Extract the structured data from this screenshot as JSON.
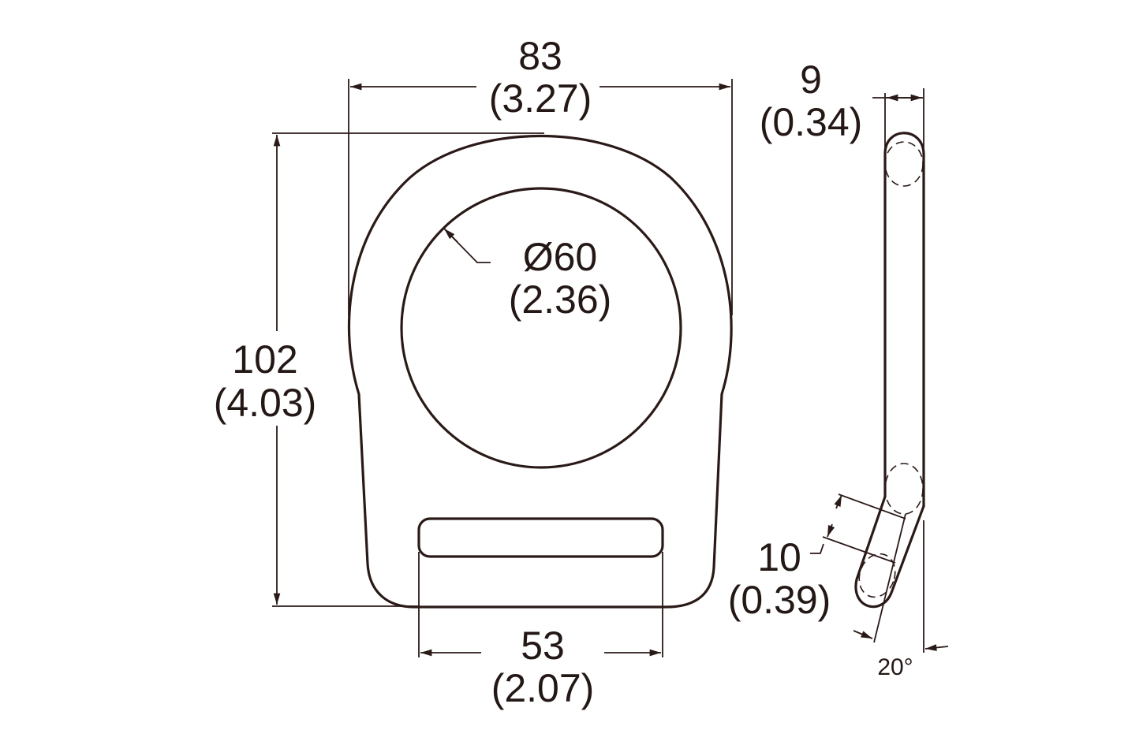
{
  "drawing": {
    "title": "D-ring dimension drawing",
    "units_primary": "mm",
    "units_secondary": "in",
    "line_color": "#2a1a17"
  },
  "dimensions": {
    "overall_width": {
      "mm": "83",
      "in": "(3.27)"
    },
    "overall_height": {
      "mm": "102",
      "in": "(4.03)"
    },
    "inner_diameter": {
      "mm": "Ø60",
      "in": "(2.36)"
    },
    "slot_width": {
      "mm": "53",
      "in": "(2.07)"
    },
    "thickness": {
      "mm": "9",
      "in": "(0.34)"
    },
    "bend_offset": {
      "mm": "10",
      "in": "(0.39)"
    },
    "bend_angle": {
      "value": "20°"
    }
  }
}
